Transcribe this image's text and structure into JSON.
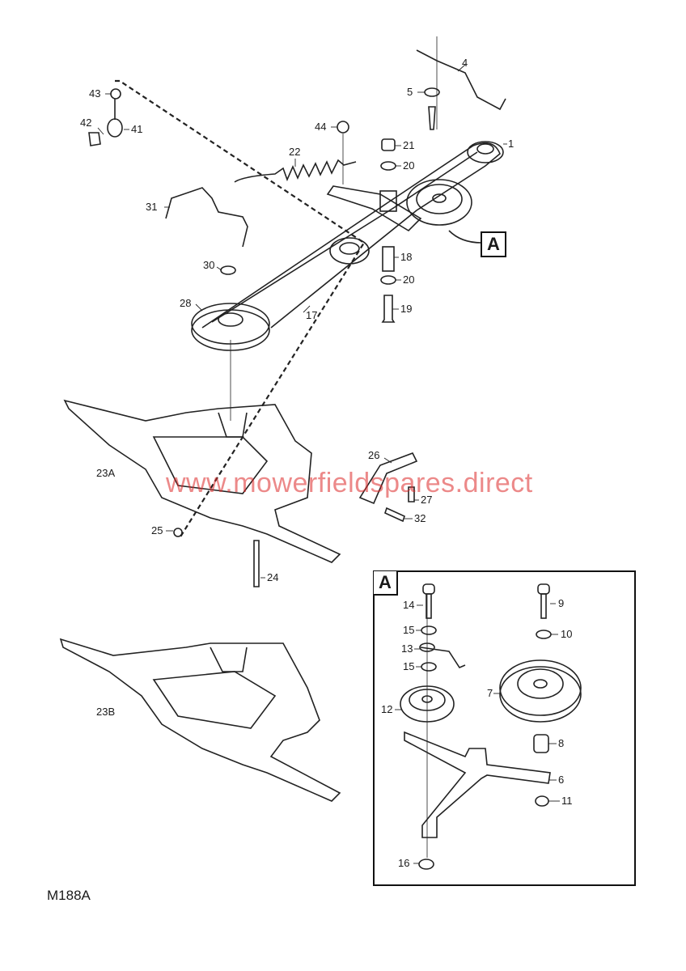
{
  "drawing_code": "M188A",
  "watermark": "www.mowerfieldspares.direct",
  "detail_callout": "A",
  "labels": {
    "p1": "1",
    "p4": "4",
    "p5": "5",
    "p43": "43",
    "p42": "42",
    "p41": "41",
    "p44": "44",
    "p22": "22",
    "p21": "21",
    "p20a": "20",
    "p31": "31",
    "p18": "18",
    "p20b": "20",
    "p19": "19",
    "p30": "30",
    "p28": "28",
    "p17": "17",
    "p26": "26",
    "p27": "27",
    "p32": "32",
    "p23a": "23A",
    "p25": "25",
    "p24": "24",
    "p23b": "23B",
    "p14": "14",
    "p9": "9",
    "p15a": "15",
    "p10": "10",
    "p13": "13",
    "p15b": "15",
    "p7": "7",
    "p12": "12",
    "p8": "8",
    "p6": "6",
    "p11": "11",
    "p16": "16"
  }
}
